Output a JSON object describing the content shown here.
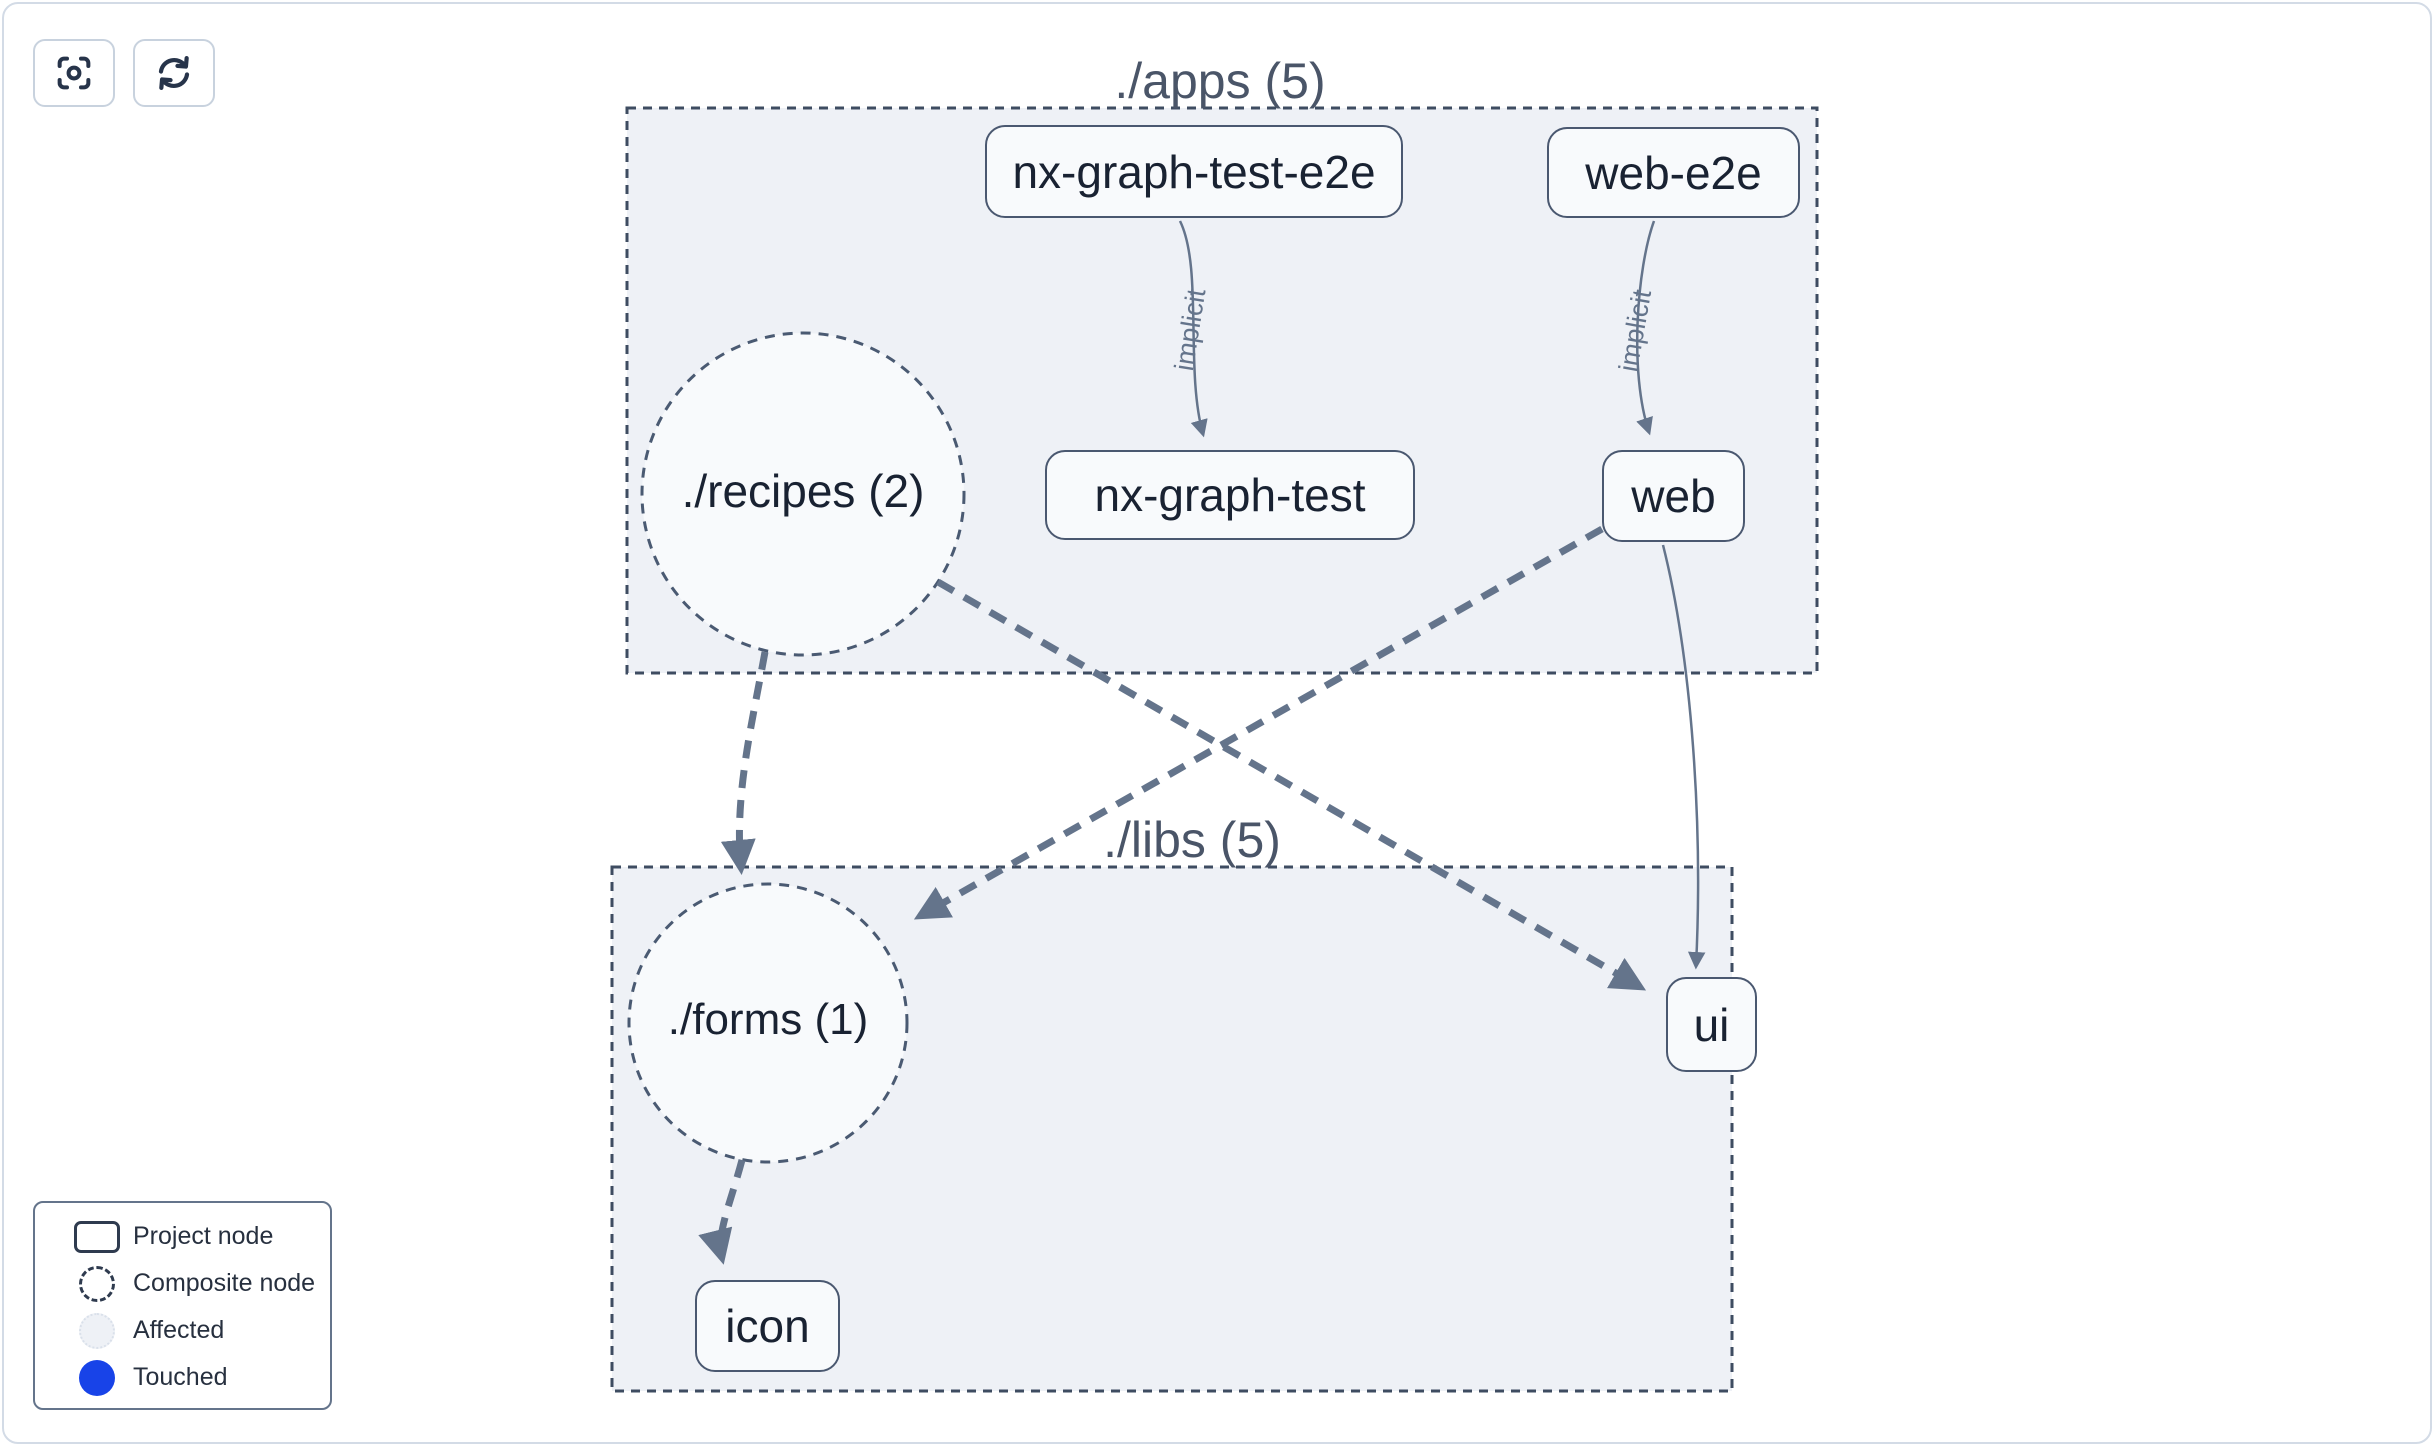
{
  "toolbar": {
    "buttons": [
      {
        "name": "focus",
        "icon": "scan-focus-icon"
      },
      {
        "name": "refresh",
        "icon": "refresh-icon"
      }
    ]
  },
  "graph": {
    "groups": [
      {
        "id": "apps",
        "label": "./apps (5)"
      },
      {
        "id": "libs",
        "label": "./libs (5)"
      }
    ],
    "nodes": [
      {
        "id": "nx-graph-test-e2e",
        "label": "nx-graph-test-e2e",
        "type": "project",
        "group": "apps"
      },
      {
        "id": "web-e2e",
        "label": "web-e2e",
        "type": "project",
        "group": "apps"
      },
      {
        "id": "recipes",
        "label": "./recipes (2)",
        "type": "composite",
        "group": "apps"
      },
      {
        "id": "nx-graph-test",
        "label": "nx-graph-test",
        "type": "project",
        "group": "apps"
      },
      {
        "id": "web",
        "label": "web",
        "type": "project",
        "group": "apps"
      },
      {
        "id": "forms",
        "label": "./forms (1)",
        "type": "composite",
        "group": "libs"
      },
      {
        "id": "ui",
        "label": "ui",
        "type": "project",
        "group": "libs"
      },
      {
        "id": "icon",
        "label": "icon",
        "type": "project",
        "group": "libs"
      }
    ],
    "edges": [
      {
        "from": "nx-graph-test-e2e",
        "to": "nx-graph-test",
        "label": "implicit",
        "style": "solid"
      },
      {
        "from": "web-e2e",
        "to": "web",
        "label": "implicit",
        "style": "solid"
      },
      {
        "from": "recipes",
        "to": "forms",
        "style": "dashed"
      },
      {
        "from": "recipes",
        "to": "ui",
        "style": "dashed"
      },
      {
        "from": "web",
        "to": "forms",
        "style": "dashed"
      },
      {
        "from": "web",
        "to": "ui",
        "style": "solid"
      },
      {
        "from": "forms",
        "to": "icon",
        "style": "dashed"
      }
    ]
  },
  "legend": {
    "items": [
      {
        "label": "Project node",
        "swatch": "project-node"
      },
      {
        "label": "Composite node",
        "swatch": "composite-node"
      },
      {
        "label": "Affected",
        "swatch": "affected"
      },
      {
        "label": "Touched",
        "swatch": "touched"
      }
    ]
  },
  "colors": {
    "touched_blue": "#1843e8",
    "edge": "#64748b",
    "group_fill": "#eef1f6",
    "group_border": "#3e4c61",
    "node_fill": "#f8fafc",
    "node_border": "#4a5870",
    "node_text": "#192232",
    "group_label_text": "#4a5568",
    "canvas_border": "#d3dbe6",
    "legend_border": "#64748b",
    "affected_fill": "#eef1f6"
  }
}
